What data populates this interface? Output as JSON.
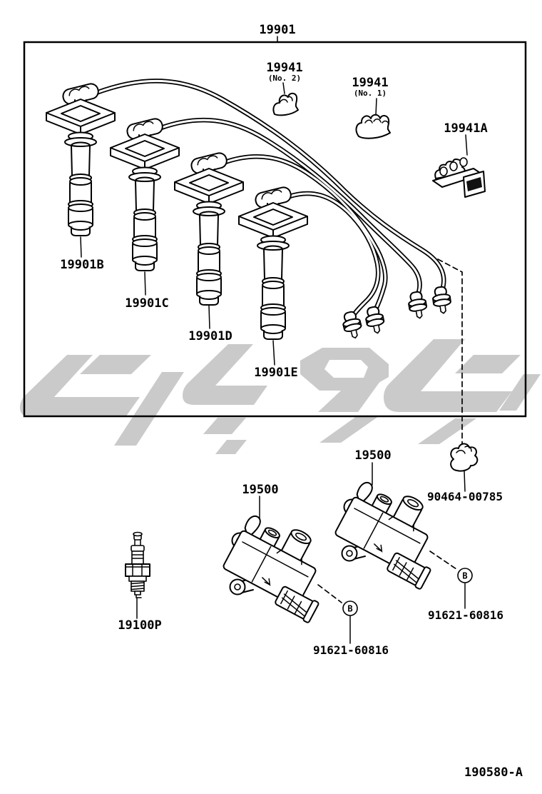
{
  "figure": {
    "drawing_number": "190580-A",
    "background": "#ffffff",
    "line_color": "#000000",
    "watermark_color": "#cacaca",
    "parts": {
      "wire_set": "19901",
      "clamp_no2": "19941",
      "clamp_no2_note": "(No. 2)",
      "clamp_no1": "19941",
      "clamp_no1_note": "(No. 1)",
      "clamp_bracket": "19941A",
      "plug_wire_1": "19901B",
      "plug_wire_2": "19901C",
      "plug_wire_3": "19901D",
      "plug_wire_4": "19901E",
      "coil_front": "19500",
      "coil_rear": "19500",
      "harness_clamp": "90464-00785",
      "spark_plug": "19100P",
      "bolt_front": "91621-60816",
      "bolt_rear": "91621-60816",
      "bolt_marker": "B"
    }
  }
}
